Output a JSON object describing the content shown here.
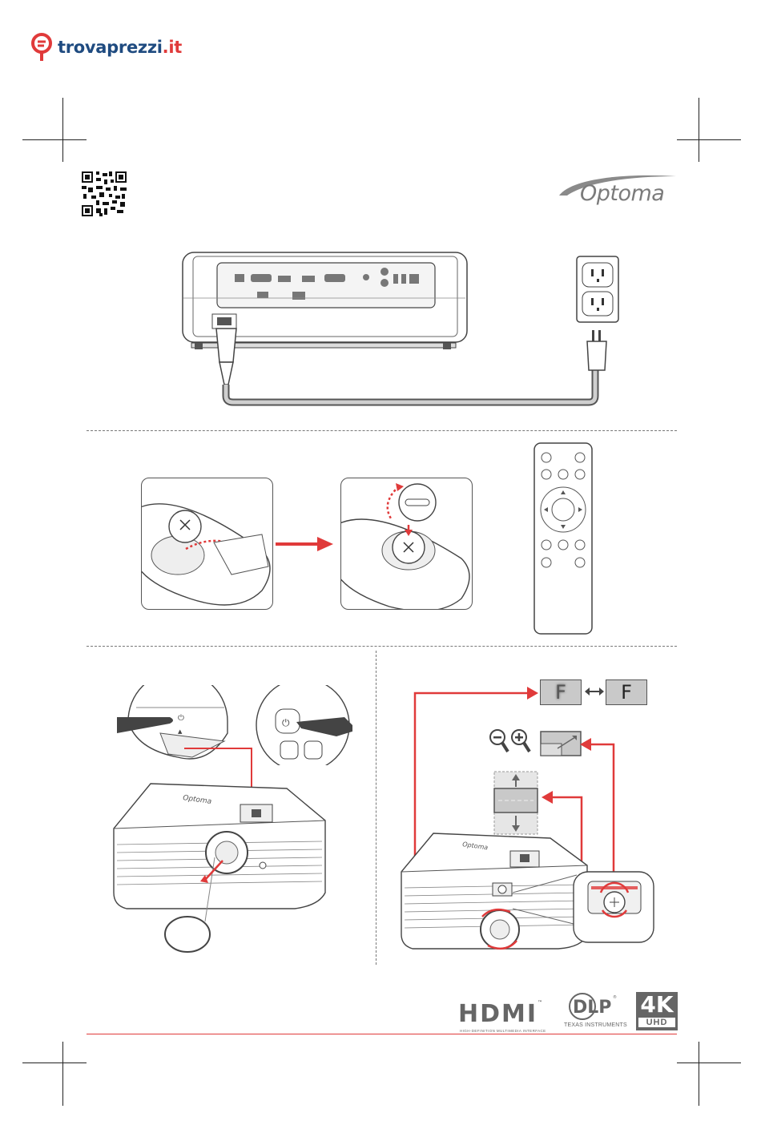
{
  "brand": {
    "name": "trovaprezzi",
    "tld": ".it"
  },
  "logo": {
    "text": "Optoma"
  },
  "steps": {
    "focus": {
      "letter_blurred": "F",
      "letter_sharp": "F"
    }
  },
  "footer": {
    "hdmi": "HDMI",
    "hdmi_tm": "™",
    "hdmi_sub": "HIGH-DEFINITION MULTIMEDIA INTERFACE",
    "dlp_sub": "TEXAS INSTRUMENTS",
    "uhd_top": "4K",
    "uhd_bottom": "UHD"
  },
  "colors": {
    "accent_red": "#e03a3a",
    "brand_blue": "#1f4b80",
    "line_gray": "#555555"
  },
  "icons": [
    "qr-code-icon",
    "power-outlet-icon",
    "power-icon",
    "zoom-out-icon",
    "zoom-in-icon",
    "remote-control-icon"
  ]
}
